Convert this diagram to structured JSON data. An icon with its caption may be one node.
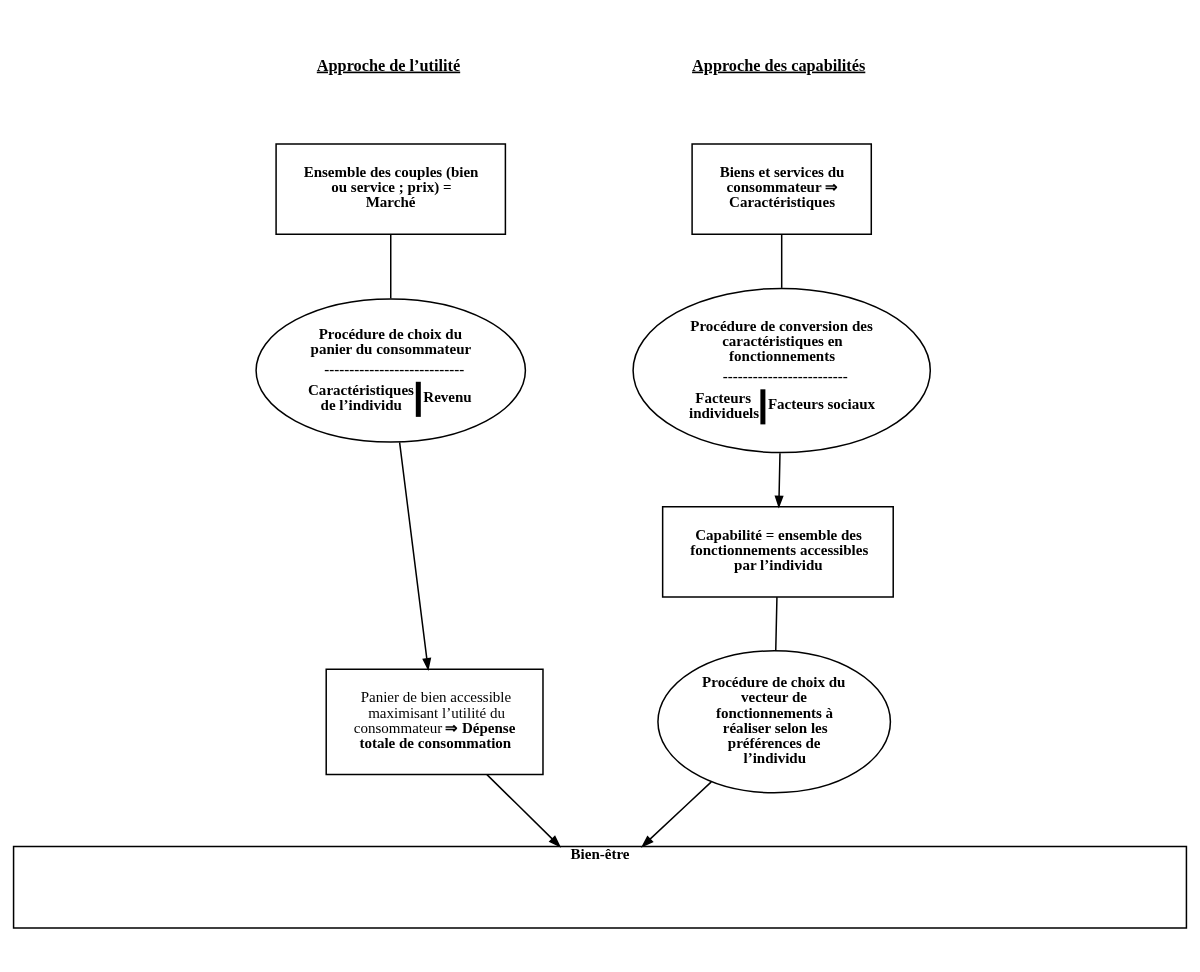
{
  "diagram": {
    "nodes": [
      {
        "text": [
          "Biens et services du consommateur ⇒ Caractéristiques"
        ]
      },
      {
        "text": [
          "Procédure de conversion des caractéristiques en fonctionnements",
          "-------------------------",
          "Facteurs individuels",
          "Facteurs sociaux"
        ]
      },
      {
        "text": [
          "Capabilité = ensemble des fonctionnements accessibles par l’individu"
        ]
      },
      {
        "text": [
          "Procédure de choix du vecteur de fonctionnements à réaliser selon les préférences de l’individu"
        ]
      },
      {
        "text": [
          "Ensemble des couples (bien ou service ; prix) = Marché"
        ]
      },
      {
        "text": [
          "Procédure de choix du panier du consommateur",
          "----------------------------",
          "Caractéristiques de l’individu",
          "Revenu"
        ]
      },
      {
        "text": [
          "Panier de bien accessible maximisant l’utilité du consommateur **⇒ Dépense totale de consommation**"
        ]
      },
      {
        "text": [
          "Bien-être"
        ]
      }
    ],
    "edges": [
      {
        "from": 0,
        "to": 1,
        "arrow": "none"
      },
      {
        "from": 1,
        "to": 2,
        "arrow": "to"
      },
      {
        "from": 2,
        "to": 3,
        "arrow": "none"
      },
      {
        "from": 3,
        "to": 7,
        "arrow": "to"
      },
      {
        "from": 4,
        "to": 5,
        "arrow": "none"
      },
      {
        "from": 5,
        "to": 6,
        "arrow": "to"
      },
      {
        "from": 6,
        "to": 7,
        "arrow": "to"
      }
    ],
    "labels": [
      "Approche des capabilités",
      "Approche de l’utilité"
    ]
  }
}
